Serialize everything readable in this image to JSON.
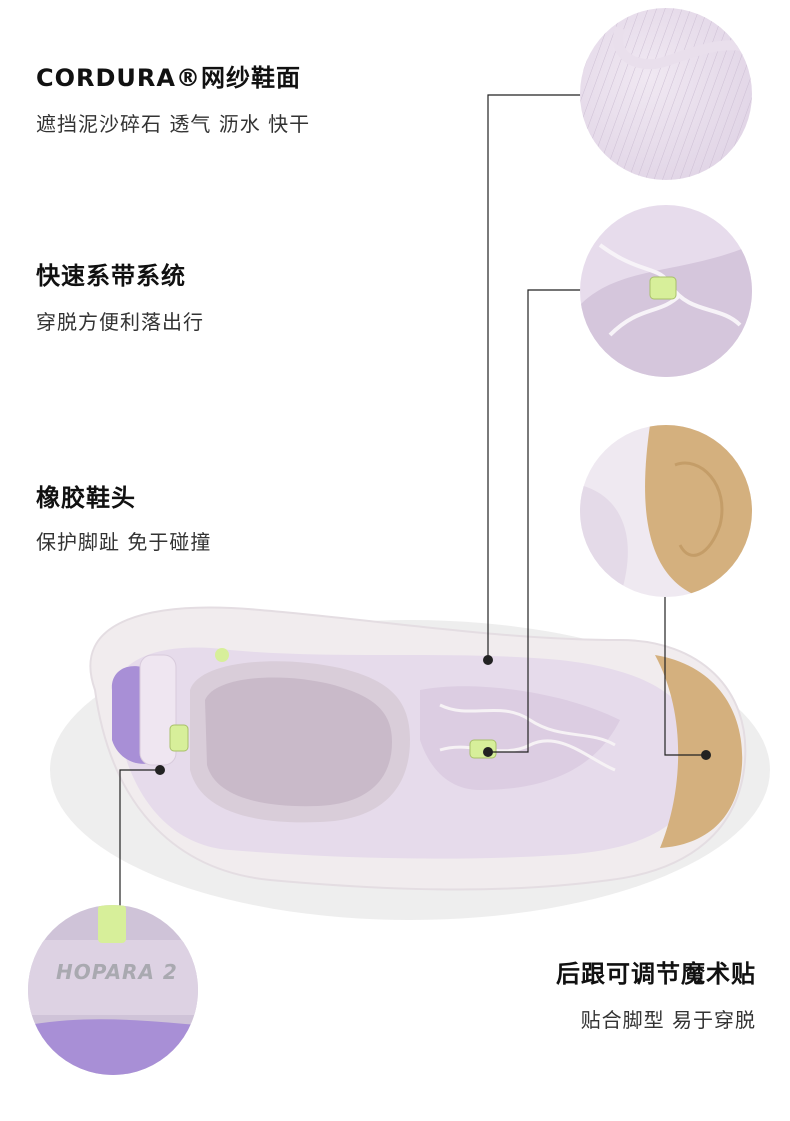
{
  "features": [
    {
      "title": "CORDURA®网纱鞋面",
      "subtitle": "遮挡泥沙碎石 透气 沥水 快干"
    },
    {
      "title": "快速系带系统",
      "subtitle": "穿脱方便利落出行"
    },
    {
      "title": "橡胶鞋头",
      "subtitle": "保护脚趾 免于碰撞"
    },
    {
      "title": "后跟可调节魔术贴",
      "subtitle": "贴合脚型 易于穿脱"
    }
  ],
  "callouts": {
    "mesh_detail": "mesh-closeup",
    "lace_detail": "lace-toggle-closeup",
    "toe_detail": "rubber-toe-closeup",
    "heel_detail": "heel-strap-closeup",
    "heel_strap_text": "HOPARA 2"
  },
  "colors": {
    "lavender": "#e6dbeb",
    "purple_knit": "#a88fd6",
    "lime_toggle": "#d7ef9a",
    "gum_toe": "#d4b07e",
    "midsole": "#f1ecee",
    "leader_line": "#222222"
  }
}
